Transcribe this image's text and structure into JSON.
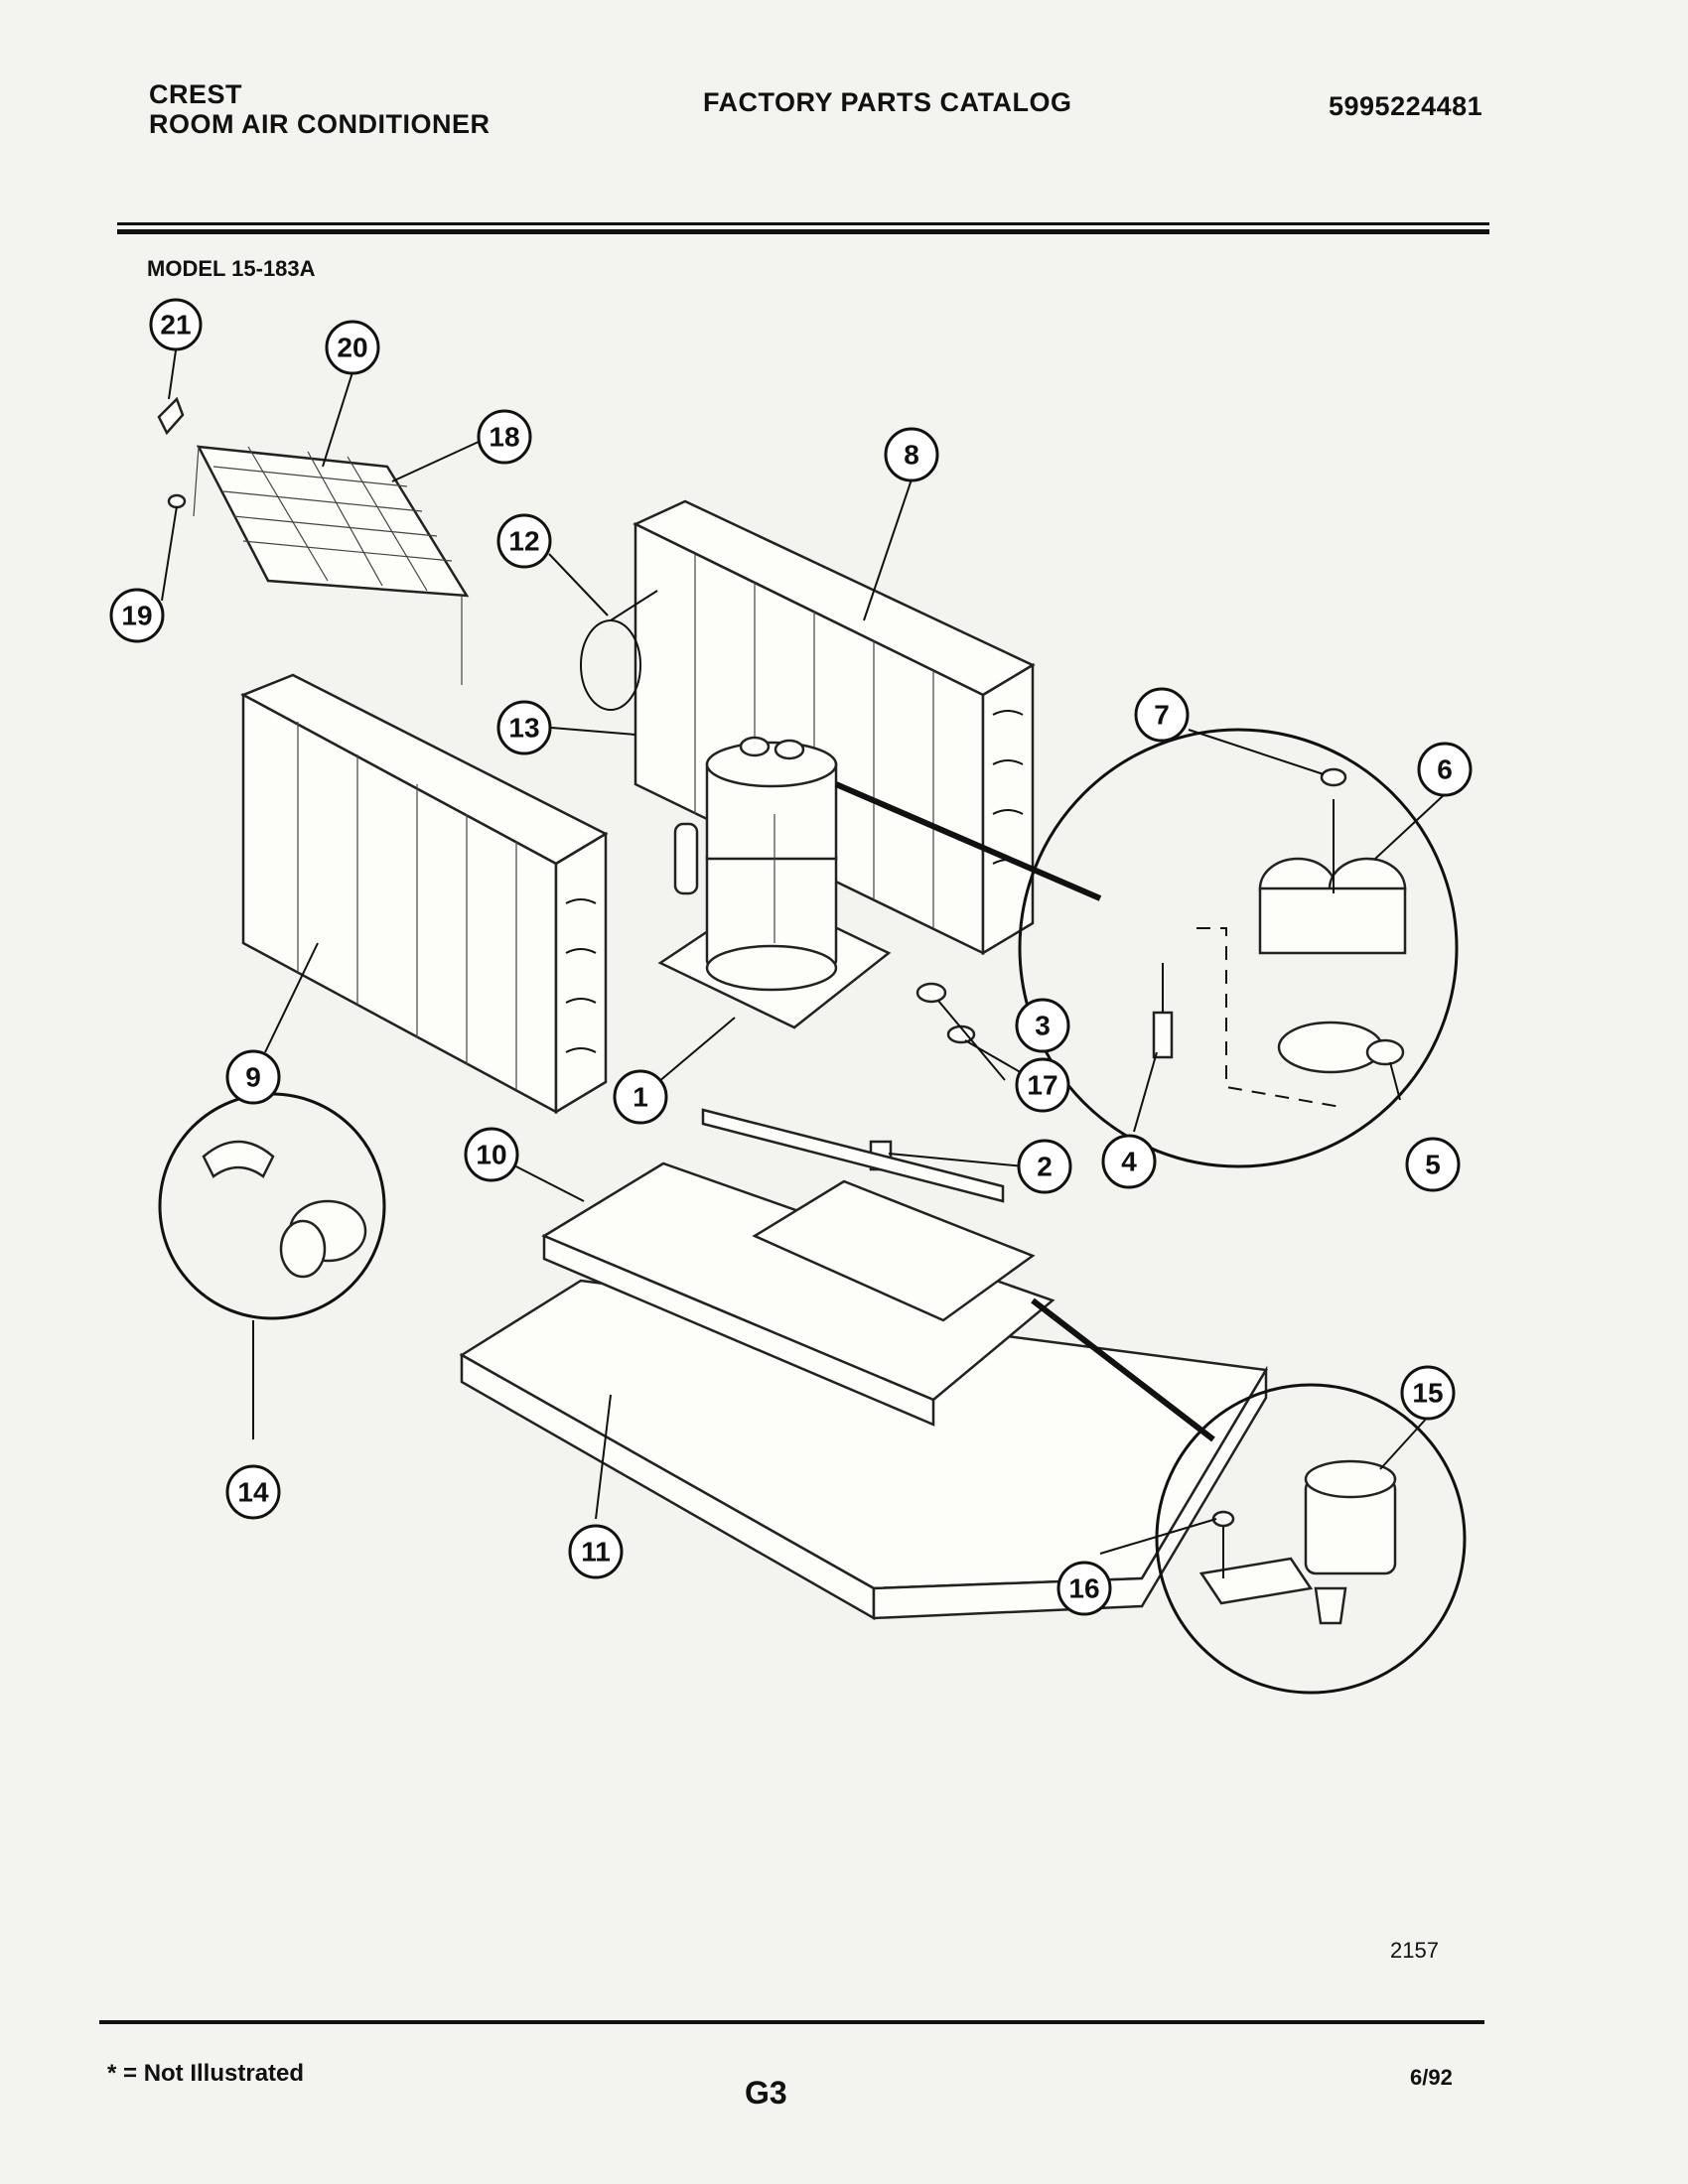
{
  "header": {
    "brand": "CREST",
    "product": "ROOM AIR CONDITIONER",
    "catalog_title": "FACTORY PARTS CATALOG",
    "catalog_number": "5995224481"
  },
  "model_label": "MODEL 15-183A",
  "callouts": [
    "1",
    "2",
    "3",
    "4",
    "5",
    "6",
    "7",
    "8",
    "9",
    "10",
    "11",
    "12",
    "13",
    "14",
    "15",
    "16",
    "17",
    "18",
    "19",
    "20",
    "21"
  ],
  "drawing_number": "2157",
  "footer": {
    "note": "* = Not Illustrated",
    "page": "G3",
    "date": "6/92"
  }
}
